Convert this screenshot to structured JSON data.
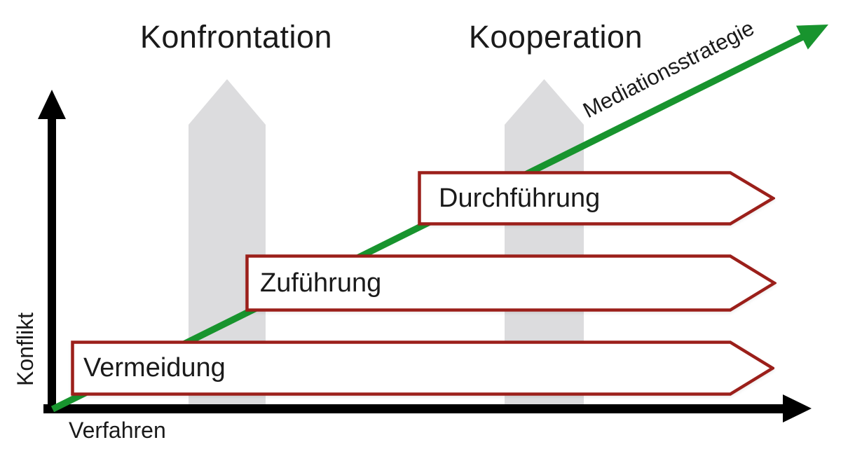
{
  "diagram": {
    "top_labels": {
      "konfrontation": "Konfrontation",
      "kooperation": "Kooperation"
    },
    "axes": {
      "y": "Konflikt",
      "x": "Verfahren"
    },
    "diagonal_arrow_label": "Mediationsstrategie",
    "stages": [
      {
        "label": "Vermeidung"
      },
      {
        "label": "Zuführung"
      },
      {
        "label": "Durchführung"
      }
    ],
    "colors": {
      "mediation_arrow_green": "#18942e",
      "stage_border_red": "#9b1f1a",
      "phase_band_gray": "#dcdcde",
      "axis_black": "#000000"
    }
  }
}
